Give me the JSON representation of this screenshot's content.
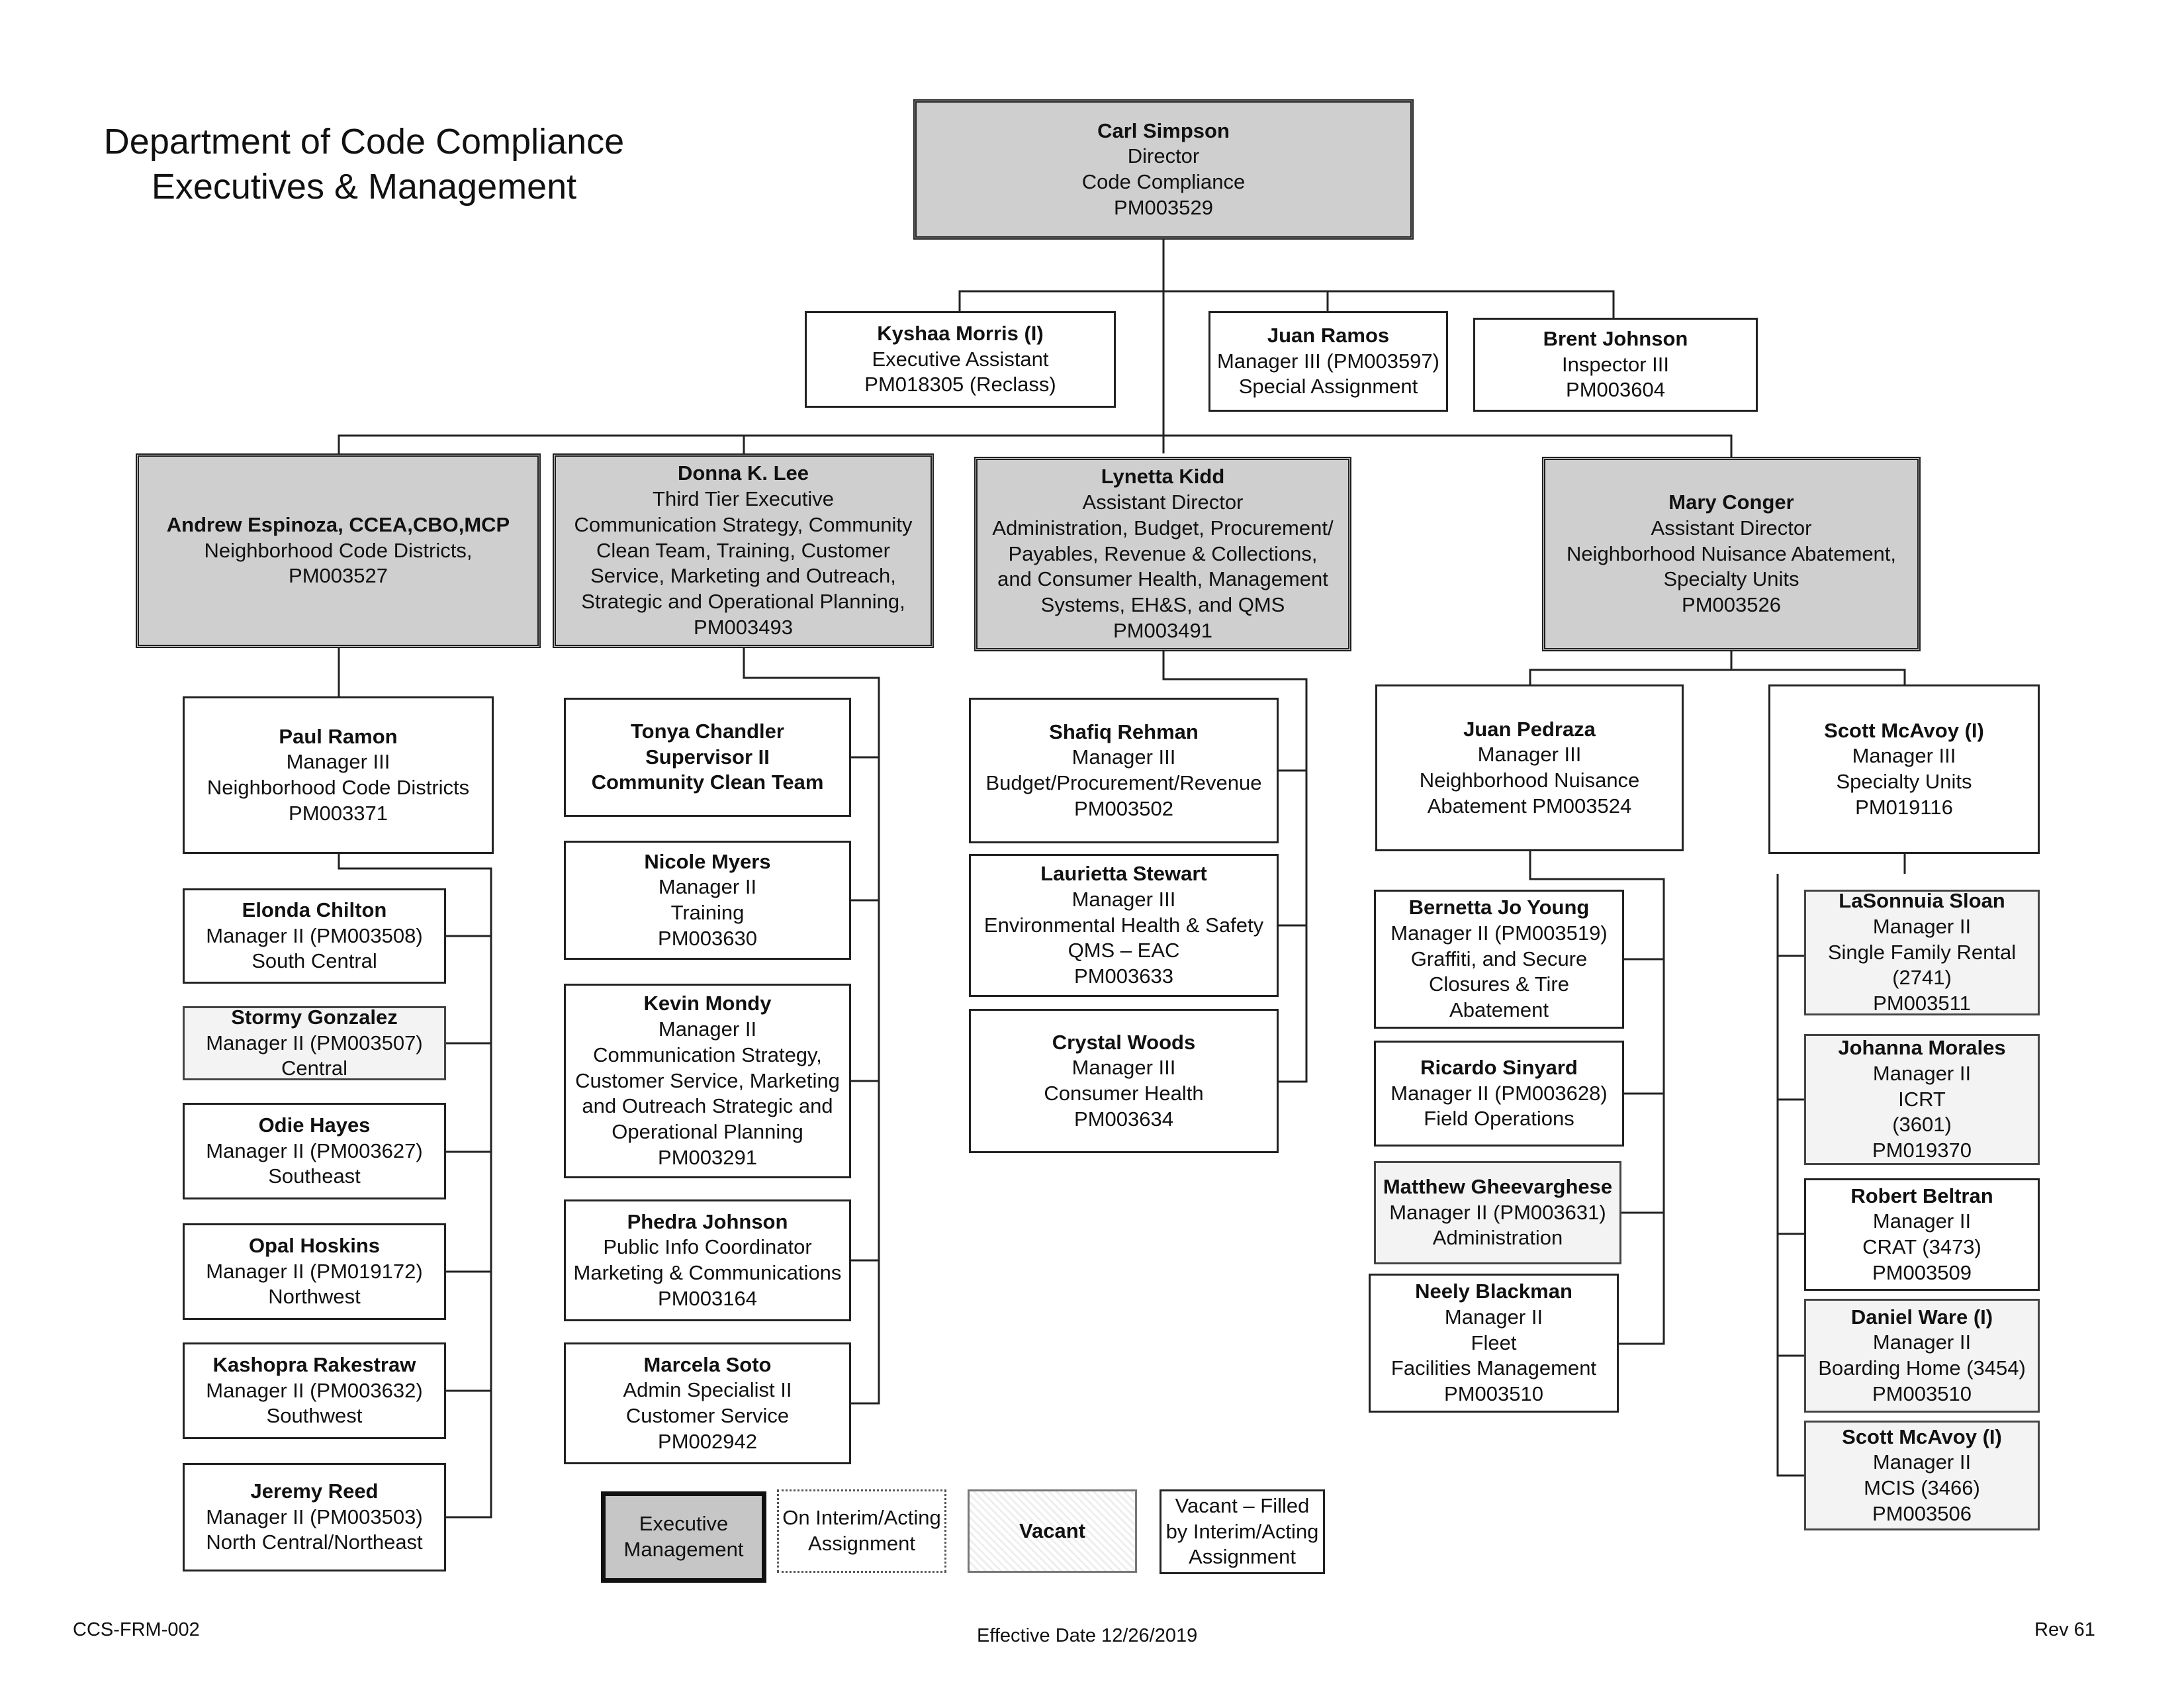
{
  "title": {
    "line1": "Department of Code Compliance",
    "line2": "Executives & Management"
  },
  "footer": {
    "form_id": "CCS-FRM-002",
    "effective_date": "Effective Date 12/26/2019",
    "revision": "Rev 61"
  },
  "director": {
    "name": "Carl Simpson",
    "line2": "Director",
    "line3": "Code Compliance",
    "line4": "PM003529"
  },
  "direct_staff": [
    {
      "name": "Kyshaa Morris (I)",
      "line2": "Executive Assistant",
      "line3": "PM018305 (Reclass)"
    },
    {
      "name": "Juan Ramos",
      "line2": "Manager III (PM003597)",
      "line3": "Special Assignment"
    },
    {
      "name": "Brent Johnson",
      "line2": "Inspector III",
      "line3": "PM003604"
    }
  ],
  "executives": [
    {
      "name": "Andrew Espinoza, CCEA,CBO,MCP",
      "lines": [
        "Neighborhood Code Districts,",
        "PM003527"
      ]
    },
    {
      "name": "Donna K. Lee",
      "lines": [
        "Third Tier Executive",
        "Communication Strategy, Community",
        "Clean Team, Training, Customer",
        "Service, Marketing and Outreach,",
        "Strategic and Operational Planning,",
        "PM003493"
      ]
    },
    {
      "name": "Lynetta Kidd",
      "lines": [
        "Assistant Director",
        "Administration, Budget, Procurement/",
        "Payables, Revenue & Collections,",
        "and Consumer Health, Management",
        "Systems, EH&S, and QMS",
        "PM003491"
      ]
    },
    {
      "name": "Mary Conger",
      "lines": [
        "Assistant Director",
        "Neighborhood Nuisance Abatement,",
        "Specialty Units",
        "PM003526"
      ]
    }
  ],
  "espinoza_team": {
    "lead": {
      "name": "Paul Ramon",
      "lines": [
        "Manager III",
        "Neighborhood Code  Districts",
        "PM003371"
      ]
    },
    "managers": [
      {
        "name": "Elonda Chilton",
        "lines": [
          "Manager II (PM003508)",
          "South Central"
        ]
      },
      {
        "name": "Stormy Gonzalez",
        "lines": [
          "Manager II (PM003507)",
          "Central"
        ]
      },
      {
        "name": "Odie Hayes",
        "lines": [
          "Manager II (PM003627)",
          "Southeast"
        ]
      },
      {
        "name": "Opal Hoskins",
        "lines": [
          "Manager II (PM019172)",
          "Northwest"
        ]
      },
      {
        "name": "Kashopra Rakestraw",
        "lines": [
          "Manager II (PM003632)",
          "Southwest"
        ]
      },
      {
        "name": "Jeremy Reed",
        "lines": [
          "Manager II (PM003503)",
          "North Central/Northeast"
        ]
      }
    ]
  },
  "lee_team": [
    {
      "name": "Tonya Chandler",
      "lines": [
        "Supervisor II",
        "Community Clean Team"
      ],
      "bold_all": true
    },
    {
      "name": "Nicole Myers",
      "lines": [
        "Manager II",
        "Training",
        "PM003630"
      ]
    },
    {
      "name": "Kevin Mondy",
      "lines": [
        "Manager II",
        "Communication Strategy,",
        "Customer Service, Marketing",
        "and Outreach Strategic and",
        "Operational Planning",
        "PM003291"
      ]
    },
    {
      "name": "Phedra Johnson",
      "lines": [
        "Public Info Coordinator",
        "Marketing & Communications",
        "PM003164"
      ]
    },
    {
      "name": "Marcela Soto",
      "lines": [
        "Admin Specialist II",
        "Customer Service",
        "PM002942"
      ]
    }
  ],
  "kidd_team": [
    {
      "name": "Shafiq Rehman",
      "lines": [
        "Manager III",
        "Budget/Procurement/Revenue",
        "PM003502"
      ]
    },
    {
      "name": "Laurietta Stewart",
      "lines": [
        "Manager III",
        "Environmental Health & Safety",
        "QMS – EAC",
        "PM003633"
      ]
    },
    {
      "name": "Crystal Woods",
      "lines": [
        "Manager III",
        "Consumer Health",
        "PM003634"
      ]
    }
  ],
  "pedraza_team": {
    "lead": {
      "name": "Juan Pedraza",
      "lines": [
        "Manager III",
        "Neighborhood Nuisance",
        "Abatement PM003524"
      ]
    },
    "managers": [
      {
        "name": "Bernetta Jo Young",
        "lines": [
          "Manager II (PM003519)",
          "Graffiti, and Secure",
          "Closures & Tire",
          "Abatement"
        ]
      },
      {
        "name": "Ricardo Sinyard",
        "lines": [
          "Manager II (PM003628)",
          "Field Operations"
        ]
      },
      {
        "name": "Matthew Gheevarghese",
        "lines": [
          "Manager II (PM003631)",
          "Administration"
        ]
      },
      {
        "name": "Neely Blackman",
        "lines": [
          "Manager II",
          "Fleet",
          "Facilities Management",
          "PM003510"
        ]
      }
    ]
  },
  "mcavoy_team": {
    "lead": {
      "name": "Scott McAvoy (I)",
      "lines": [
        "Manager III",
        "Specialty Units",
        "PM019116"
      ]
    },
    "managers": [
      {
        "name": "LaSonnuia Sloan",
        "lines": [
          "Manager II",
          "Single Family Rental",
          "(2741)",
          "PM003511"
        ]
      },
      {
        "name": "Johanna Morales",
        "lines": [
          "Manager II",
          "ICRT",
          "(3601)",
          "PM019370"
        ]
      },
      {
        "name": "Robert Beltran",
        "lines": [
          "Manager II",
          "CRAT (3473)",
          "PM003509"
        ]
      },
      {
        "name": "Daniel Ware (I)",
        "lines": [
          "Manager II",
          "Boarding Home  (3454)",
          "PM003510"
        ]
      },
      {
        "name": "Scott McAvoy (I)",
        "lines": [
          "Manager II",
          "MCIS (3466)",
          "PM003506"
        ]
      }
    ]
  },
  "legend": {
    "executive": {
      "line1": "Executive",
      "line2": "Management"
    },
    "interim": {
      "line1": "On Interim/Acting",
      "line2": "Assignment"
    },
    "vacant": "Vacant",
    "vacant_filled": {
      "line1": "Vacant – Filled",
      "line2": "by Interim/Acting",
      "line3": "Assignment"
    }
  }
}
